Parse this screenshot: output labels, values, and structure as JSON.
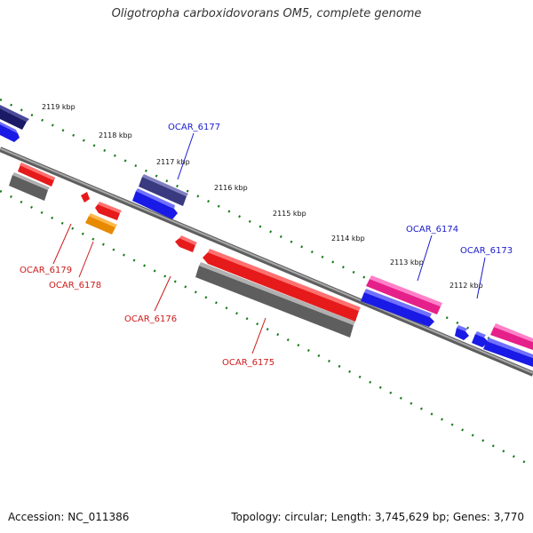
{
  "header": {
    "title": "Oligotropha carboxidovorans OM5, complete genome"
  },
  "footer": {
    "accession": "Accession: NC_011386",
    "summary": "Topology: circular; Length: 3,745,629 bp; Genes: 3,770"
  },
  "colors": {
    "backbone": "#8c8c8c",
    "tick": "#1a7a1a",
    "label_forward": "#1a1acc",
    "label_reverse": "#cc1a1a"
  },
  "ticks": [
    "2119 kbp",
    "2118 kbp",
    "2117 kbp",
    "2116 kbp",
    "2115 kbp",
    "2114 kbp",
    "2113 kbp",
    "2112 kbp"
  ],
  "gene_labels": {
    "forward": [
      "OCAR_6177",
      "OCAR_6174",
      "OCAR_6173"
    ],
    "reverse": [
      "OCAR_6179",
      "OCAR_6178",
      "OCAR_6176",
      "OCAR_6175"
    ]
  }
}
